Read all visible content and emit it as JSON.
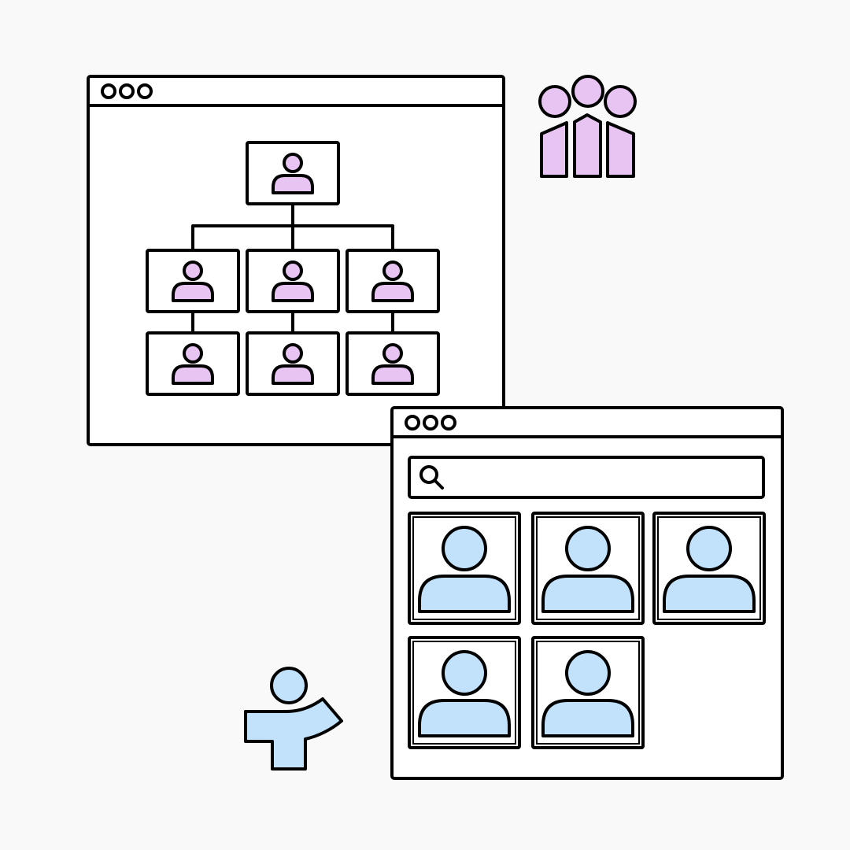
{
  "colors": {
    "background": "#f9f9f9",
    "outline": "#000000",
    "window_fill": "#ffffff",
    "org_person_fill": "#e8c4f2",
    "directory_person_fill": "#c2e2fc"
  },
  "org_chart_window": {
    "titlebar_icons": [
      "dot-icon",
      "dot-icon",
      "dot-icon"
    ],
    "levels": [
      1,
      3,
      3
    ],
    "avatar_icon": "person-icon"
  },
  "team_icon": "team-icon",
  "directory_window": {
    "titlebar_icons": [
      "dot-icon",
      "dot-icon",
      "dot-icon"
    ],
    "search": {
      "icon": "search-icon",
      "value": "",
      "placeholder": ""
    },
    "profile_cards": 5,
    "avatar_icon": "person-icon"
  },
  "pointing_person_icon": "pointing-person-icon"
}
